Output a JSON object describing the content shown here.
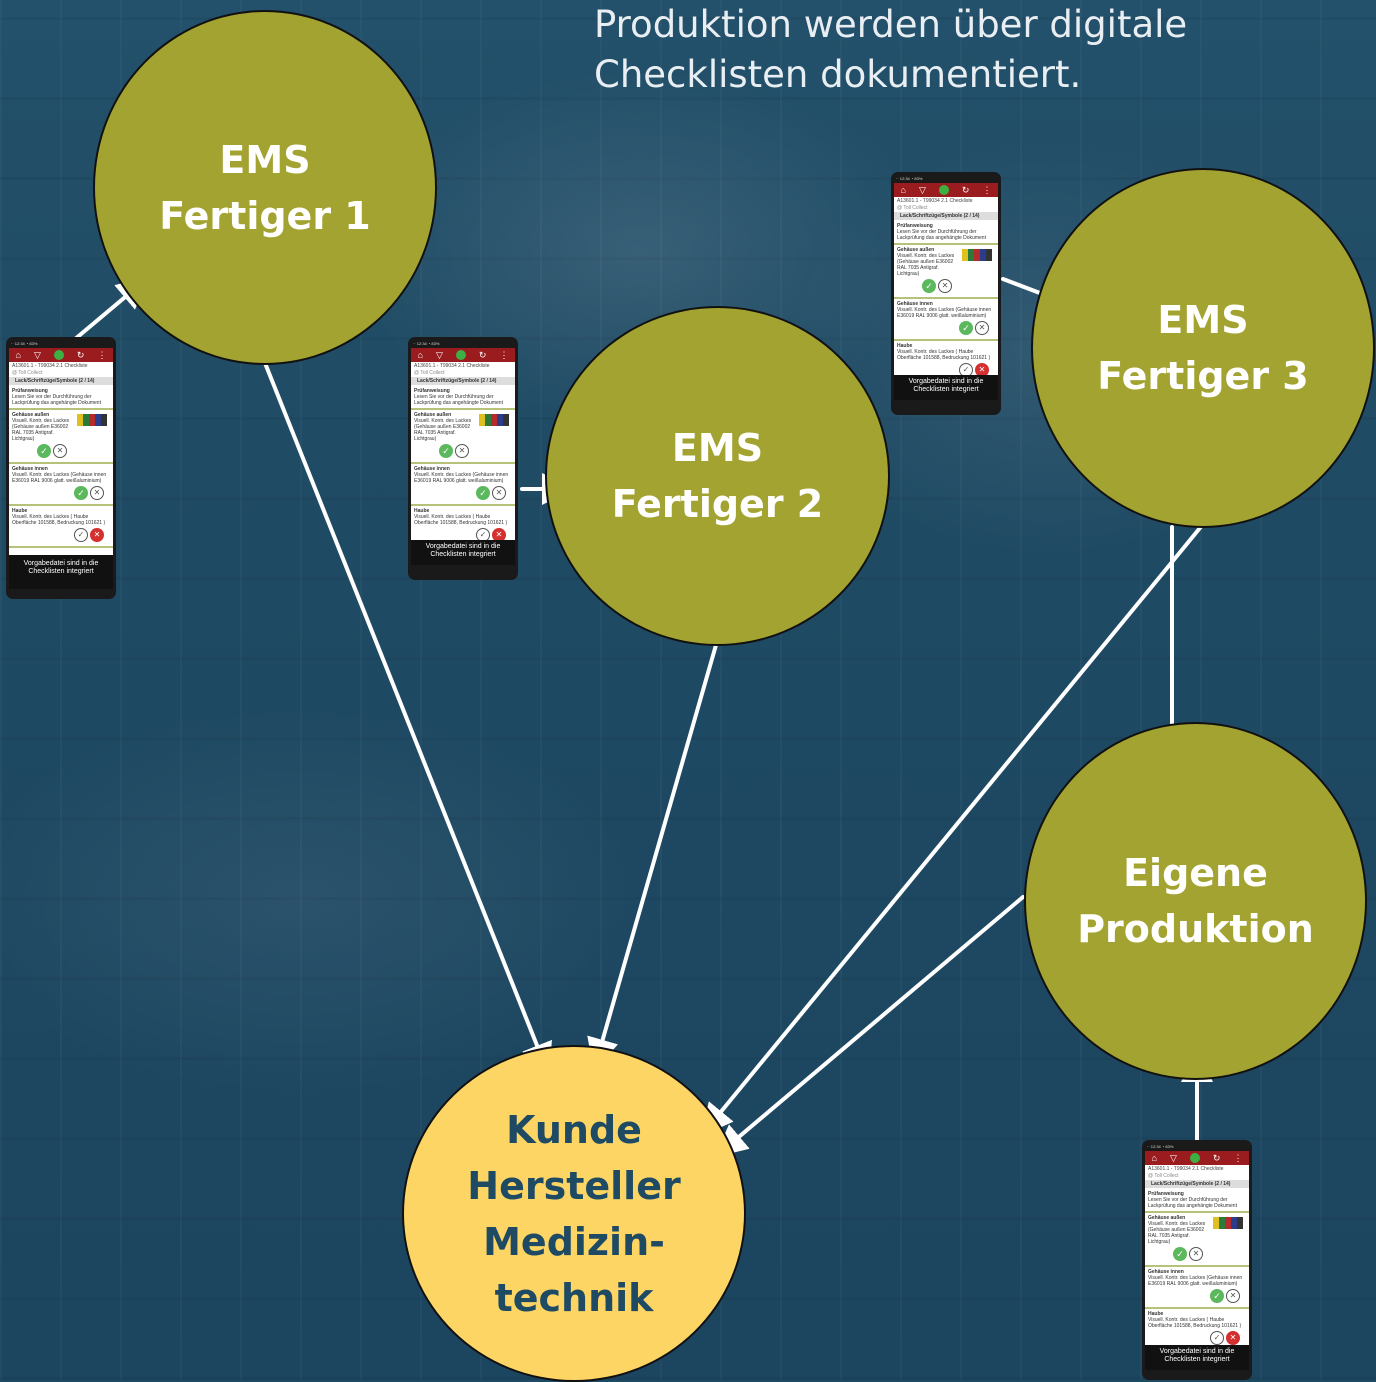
{
  "header": {
    "line1": "Produktion werden über digitale",
    "line2": "Checklisten dokumentiert."
  },
  "nodes": {
    "ems1": {
      "line1": "EMS",
      "line2": "Fertiger 1"
    },
    "ems2": {
      "line1": "EMS",
      "line2": "Fertiger 2"
    },
    "ems3": {
      "line1": "EMS",
      "line2": "Fertiger 3"
    },
    "eigene": {
      "line1": "Eigene",
      "line2": "Produktion"
    },
    "kunde": {
      "line1": "Kunde",
      "line2": "Hersteller",
      "line3": "Medizin-",
      "line4": "technik"
    }
  },
  "colors": {
    "olive": "#a3a332",
    "yellow": "#fcd565",
    "navy": "#1f4a63",
    "arrow": "#ffffff"
  },
  "phone": {
    "title": "A13601.1 - T99034 2.1 Checkliste",
    "subtitle": "@ Toll Collect",
    "section": "Lack/Schriftzüge/Symbole (2 / 14)",
    "item1_title": "Prüfanweisung",
    "item1_text": "Lesen Sie vor der Durchführung der Lackprüfung das angehängte Dokument",
    "item2_title": "Gehäuse außen",
    "item2_text": "Visuell. Kontr. des Lackes (Gehäuse außen E36002 RAL 7035 Antigraf. Lichtgrau)",
    "item3_title": "Gehäuse innen",
    "item3_text": "Visuell. Kontr. des Lackes (Gehäuse innen E36019 RAL 9006 glatt. weißaluminium)",
    "item4_title": "Haube",
    "item4_text": "Visuell. Kontr. des Lackes ( Haube Oberfläche 101588, Bedruckung 101621 )",
    "caption1": "Vorgabedatei sind in die",
    "caption2": "Checklisten integriert"
  }
}
